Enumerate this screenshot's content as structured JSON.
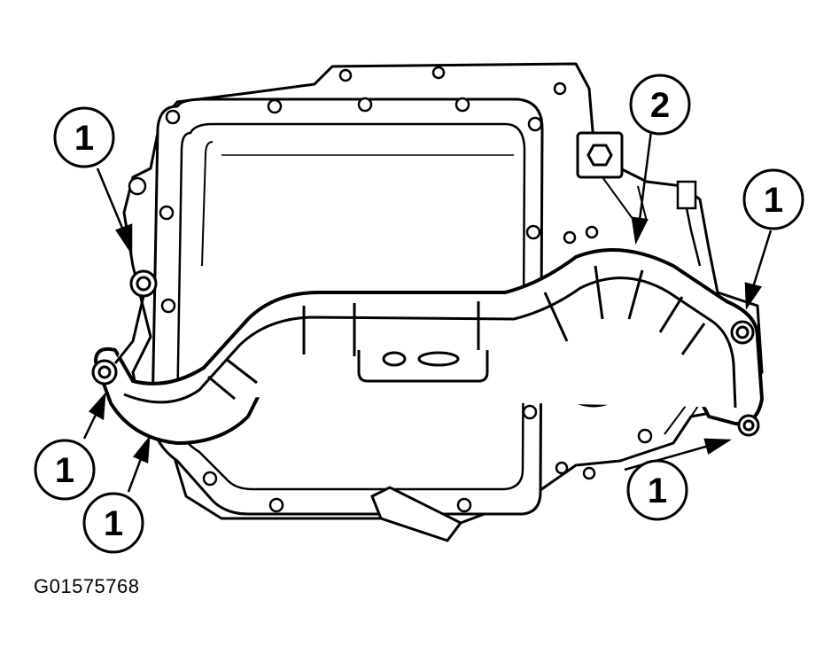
{
  "figure_id": "G01575768",
  "callouts": {
    "c1": "1",
    "c2": "2",
    "c3": "1",
    "c4": "1",
    "c5": "1",
    "c6": "1"
  }
}
